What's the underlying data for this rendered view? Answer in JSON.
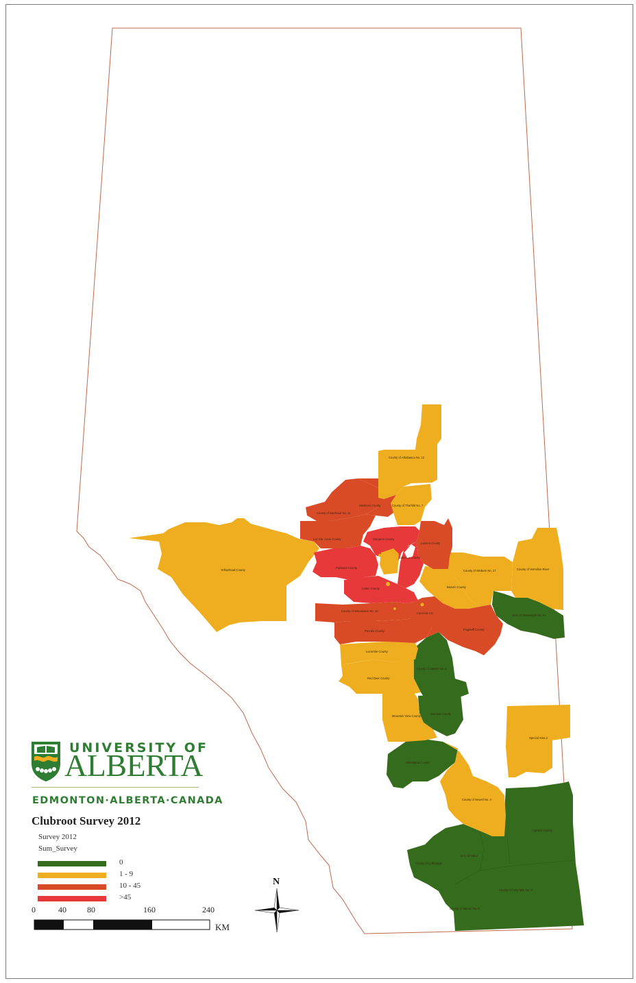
{
  "university": {
    "line1": "UNIVERSITY OF",
    "line2": "ALBERTA",
    "line3": "EDMONTON·ALBERTA·CANADA",
    "color": "#2f7d32",
    "crest_icon": "university-crest-icon"
  },
  "map": {
    "title": "Clubroot Survey 2012",
    "layer_name": "Survey 2012",
    "field_name": "Sum_Survey",
    "boundary_color": "#c0684a",
    "north_label": "N",
    "compass_icon": "north-arrow-icon"
  },
  "legend": [
    {
      "label": "0",
      "color": "#356b1d"
    },
    {
      "label": "1 - 9",
      "color": "#eeae1f"
    },
    {
      "label": "10 - 45",
      "color": "#d94b27"
    },
    {
      "label": ">45",
      "color": "#e8393a"
    }
  ],
  "scale_bar": {
    "ticks": [
      "0",
      "40",
      "80",
      "160",
      "240"
    ],
    "unit": "KM"
  },
  "regions": [
    {
      "name": "County of Athabasca No. 12",
      "class": 1
    },
    {
      "name": "Westlock County",
      "class": 2
    },
    {
      "name": "County of Thorhild No. 7",
      "class": 1
    },
    {
      "name": "County of Barrhead No. 11",
      "class": 2
    },
    {
      "name": "Lac Ste. Anne County",
      "class": 2
    },
    {
      "name": "Sturgeon County",
      "class": 3
    },
    {
      "name": "Lamont County",
      "class": 2
    },
    {
      "name": "Yellowhead County",
      "class": 1
    },
    {
      "name": "Parkland County",
      "class": 3
    },
    {
      "name": "Strathcona County",
      "class": 3
    },
    {
      "name": "Leduc County",
      "class": 3
    },
    {
      "name": "County of Minburn No. 27",
      "class": 1
    },
    {
      "name": "County of Vermilion River",
      "class": 1
    },
    {
      "name": "Beaver County",
      "class": 1
    },
    {
      "name": "County of Wetaskiwin No. 10",
      "class": 2
    },
    {
      "name": "Camrose County",
      "class": 2
    },
    {
      "name": "M.D. of Wainwright No. 61",
      "class": 0
    },
    {
      "name": "Ponoka County",
      "class": 2
    },
    {
      "name": "Flagstaff County",
      "class": 2
    },
    {
      "name": "Lacombe County",
      "class": 1
    },
    {
      "name": "County of Stettler No. 6",
      "class": 0
    },
    {
      "name": "Red Deer County",
      "class": 1
    },
    {
      "name": "Starland County",
      "class": 0
    },
    {
      "name": "Mountain View County",
      "class": 1
    },
    {
      "name": "Wheatland County",
      "class": 0
    },
    {
      "name": "Special Area 2",
      "class": 1
    },
    {
      "name": "County of Newell No. 4",
      "class": 1
    },
    {
      "name": "Cypress County",
      "class": 0
    },
    {
      "name": "County of Lethbridge",
      "class": 0
    },
    {
      "name": "M.D. of Taber",
      "class": 0
    },
    {
      "name": "County of Forty Mile No. 8",
      "class": 0
    },
    {
      "name": "County of Warner No. 5",
      "class": 0
    }
  ]
}
